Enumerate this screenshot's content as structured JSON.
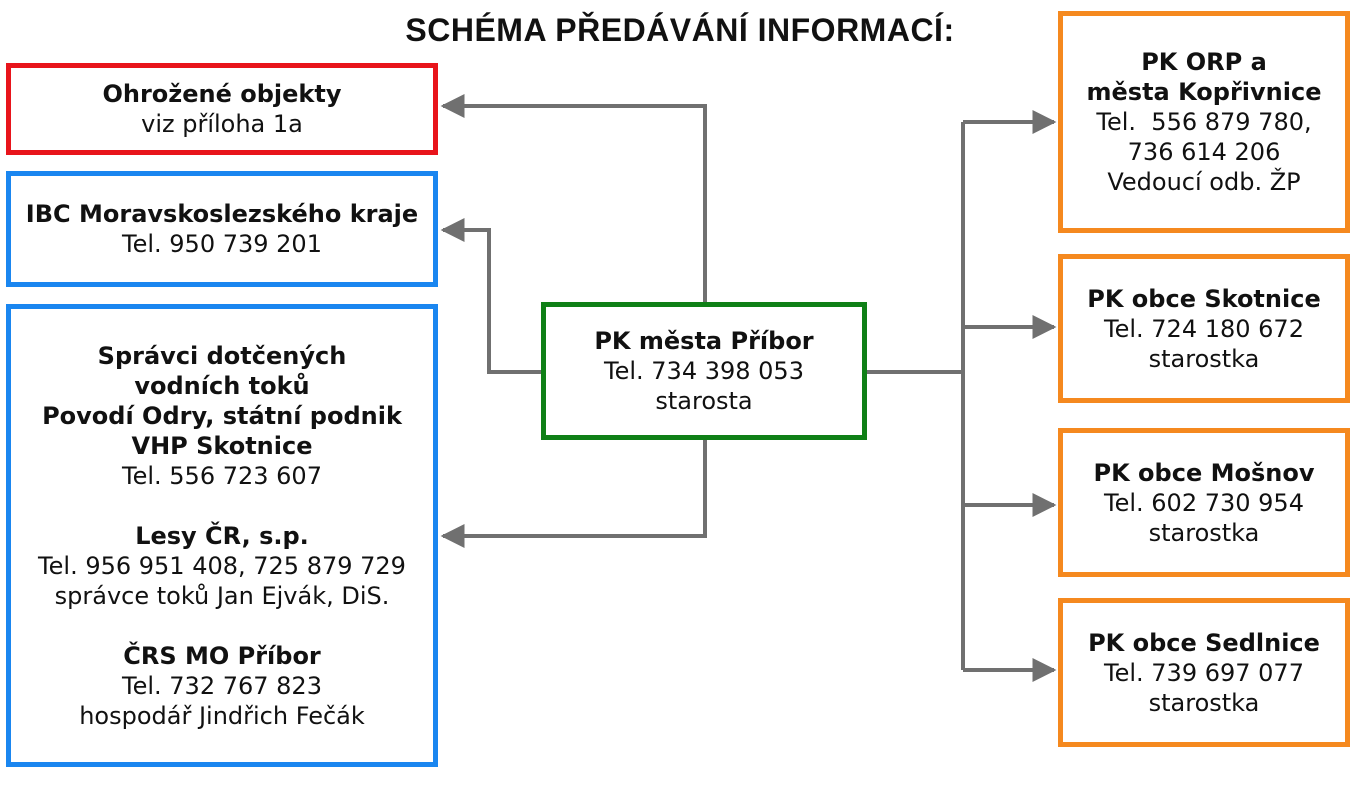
{
  "title": "SCHÉMA PŘEDÁVÁNÍ INFORMACÍ:",
  "colors": {
    "red": "#e8141b",
    "blue": "#1a86f0",
    "green": "#0f8016",
    "orange": "#f5891f",
    "connector": "#707070"
  },
  "center": {
    "name": "PK města Příbor",
    "tel": "Tel. 734 398 053",
    "role": "starosta"
  },
  "left": {
    "endangered": {
      "name": "Ohrožené objekty",
      "note": "viz příloha 1a"
    },
    "ibc": {
      "name": "IBC Moravskoslezského kraje",
      "tel": "Tel. 950 739 201"
    },
    "managers": {
      "heading1": "Správci dotčených",
      "heading2": "vodních toků",
      "heading3": "Povodí Odry, státní podnik",
      "heading4": "VHP Skotnice",
      "tel1": "Tel. 556 723 607",
      "lesy_name": "Lesy ČR, s.p.",
      "lesy_tel": "Tel. 956 951 408, 725 879 729",
      "lesy_person": "správce toků Jan Ejvák, DiS.",
      "crs_name": "ČRS MO Příbor",
      "crs_tel": "Tel. 732 767 823",
      "crs_person": "hospodář Jindřich Fečák"
    }
  },
  "right": {
    "orp": {
      "name1": "PK ORP a",
      "name2": "města Kopřivnice",
      "tel1": "Tel.  556 879 780,",
      "tel2": "736 614 206",
      "role": "Vedoucí odb. ŽP"
    },
    "skotnice": {
      "name": "PK obce Skotnice",
      "tel": "Tel. 724 180 672",
      "role": "starostka"
    },
    "mosnov": {
      "name": "PK obce Mošnov",
      "tel": "Tel. 602 730 954",
      "role": "starostka"
    },
    "sedlnice": {
      "name": "PK obce Sedlnice",
      "tel": "Tel. 739 697 077",
      "role": "starostka"
    }
  }
}
